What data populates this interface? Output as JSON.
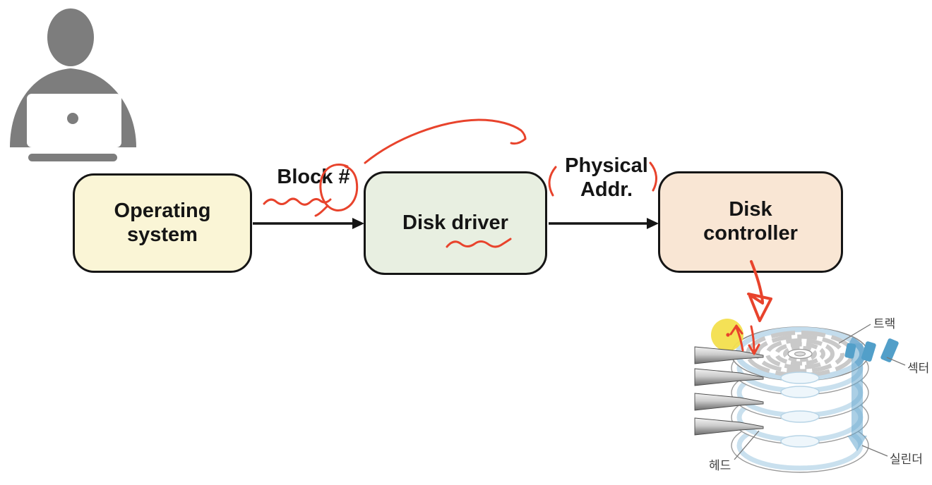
{
  "scene": {
    "background": "#ffffff"
  },
  "person_icon": {
    "name": "person-at-laptop-icon",
    "color": "#7d7d7d"
  },
  "flow": {
    "nodes": [
      {
        "id": "operating-system",
        "label": "Operating system",
        "fill": "#faf5d6"
      },
      {
        "id": "disk-driver",
        "label": "Disk driver",
        "fill": "#e8efe1"
      },
      {
        "id": "disk-controller",
        "label": "Disk controller",
        "fill": "#f9e6d4"
      }
    ],
    "edge_labels": {
      "block_number": "Block #",
      "physical_addr_line1": "Physical",
      "physical_addr_line2": "Addr."
    },
    "arrow_color": "#151515"
  },
  "annotations": {
    "ink_color": "#e8432c",
    "highlight_color": "#f3df4d",
    "marks": [
      "underline-under-block-number",
      "circle-around-hash",
      "curved-arrow-block-to-physical-addr",
      "parentheses-around-physical-addr",
      "underline-under-disk-driver",
      "arrow-controller-to-disk",
      "highlight-dot-on-disk-head",
      "small-up-down-arrows-at-head"
    ]
  },
  "disk_figure": {
    "labels": {
      "track": "트랙",
      "sector": "섹터",
      "cylinder": "실린더",
      "head": "헤드"
    },
    "platter_count": 5,
    "arm_count": 4,
    "colors": {
      "platter_ring": "#c3dcec",
      "accent_blue": "#529fc9",
      "cylinder_band": "#68a9d0",
      "arm_gray": "#b9b9b9",
      "outline": "#9a9a9a"
    }
  }
}
